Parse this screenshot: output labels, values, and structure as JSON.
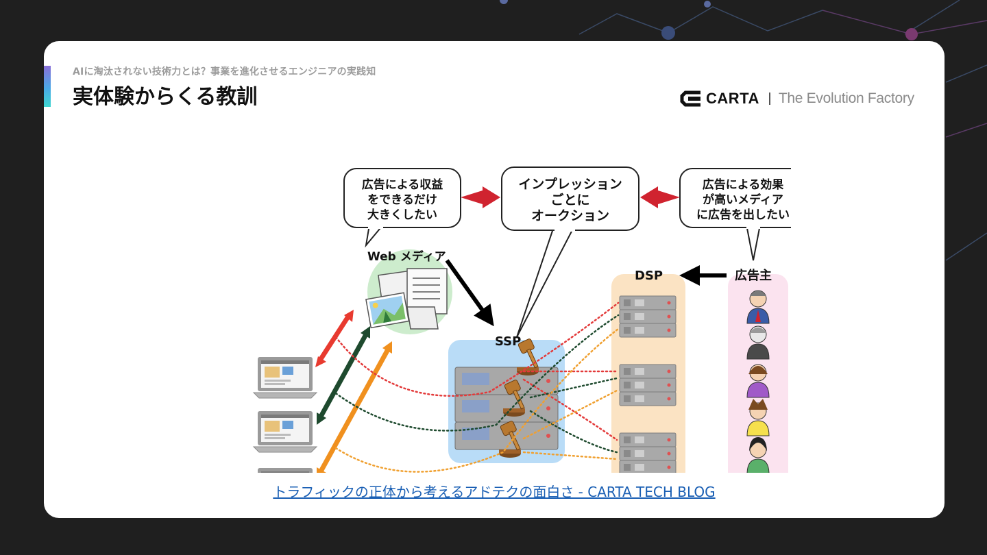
{
  "header": {
    "subtitle": "AIに淘汰されない技術力とは？事業を進化させるエンジニアの実践知",
    "title": "実体験からくる教訓"
  },
  "logo": {
    "name": "CARTA",
    "tagline": "The Evolution Factory"
  },
  "diagram": {
    "bubbles": {
      "media": [
        "広告による収益",
        "をできるだけ",
        "大きくしたい"
      ],
      "auction": [
        "インプレッション",
        "ごとに",
        "オークション"
      ],
      "advertiser": [
        "広告による効果",
        "が高いメディア",
        "に広告を出したい"
      ]
    },
    "labels": {
      "web_media": "Web メディア",
      "ssp": "SSP",
      "dsp": "DSP",
      "advertiser": "広告主"
    }
  },
  "link": {
    "text": "トラフィックの正体から考えるアドテクの面白さ - CARTA TECH BLOG"
  },
  "colors": {
    "accent_red": "#d0232f",
    "link": "#1a5fb4",
    "ssp_bg": "#b9dcf7",
    "dsp_bg": "#fbe3c3",
    "advertiser_bg": "#fbe3ef",
    "media_bg": "#cdeccd"
  }
}
